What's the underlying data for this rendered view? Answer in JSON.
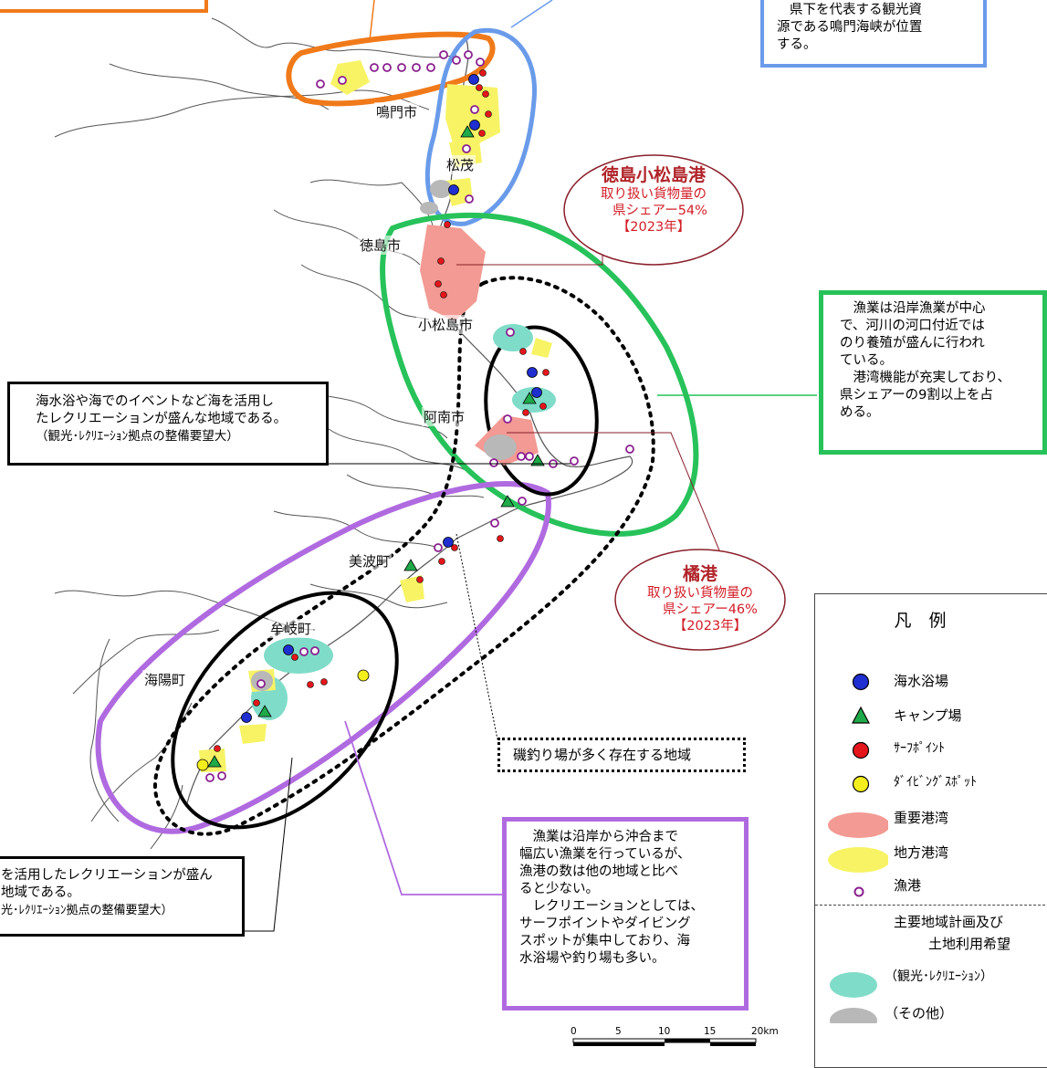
{
  "towns": {
    "naruto": "鳴門市",
    "matsushige": "松茂",
    "tokushima": "徳島市",
    "komatsushima": "小松島市",
    "anan": "阿南市",
    "minami": "美波町",
    "mugi": "牟岐町",
    "kaiyo": "海陽町"
  },
  "callouts": {
    "top_right_lines": [
      "県下を代表する観光資",
      "源である鳴門海峡が位置",
      "する。"
    ],
    "fishing_north": [
      "漁業は沿岸漁業が中心",
      "で、河川の河口付近では",
      "のり養殖が盛んに行われ",
      "ている。",
      "港湾機能が充実しており、",
      "県シェアーの9割以上を占",
      "める。"
    ],
    "recreation_mid": [
      "海水浴や海でのイベントなど海を活用し",
      "たレクリエーションが盛んな地域である。",
      "（観光･ﾚｸﾘｴｰｼｮﾝ拠点の整備要望大）"
    ],
    "recreation_south": [
      "を活用したレクリエーションが盛ん",
      "地域である。",
      "光･ﾚｸﾘｴｰｼｮﾝ拠点の整備要望大）"
    ],
    "fishing_south": [
      "漁業は沿岸から沖合まで",
      "幅広い漁業を行っているが、",
      "漁港の数は他の地域と比べ",
      "ると少ない。",
      "レクリエーションとしては、",
      "サーフポイントやダイビング",
      "スポットが集中しており、海",
      "水浴場や釣り場も多い。"
    ],
    "iso_fishing": "磯釣り場が多く存在する地域"
  },
  "ports": {
    "komatsushima": {
      "name": "徳島小松島港",
      "line1": "取り扱い貨物量の",
      "line2": "県シェアー54%",
      "year": "【2023年】"
    },
    "tachibana": {
      "name": "橘港",
      "line1": "取り扱い貨物量の",
      "line2": "県シェアー46%",
      "year": "【2023年】"
    }
  },
  "legend": {
    "title": "凡　例",
    "items": [
      {
        "label": "海水浴場",
        "icon": "beach-icon",
        "color": "#1f2fd0"
      },
      {
        "label": "キャンプ場",
        "icon": "camp-icon",
        "color": "#1faa4a"
      },
      {
        "label": "ｻｰﾌﾎﾟｲﾝﾄ",
        "icon": "surf-icon",
        "color": "#e5161b"
      },
      {
        "label": "ﾀﾞｲﾋﾞﾝｸﾞｽﾎﾟｯﾄ",
        "icon": "diving-icon",
        "color": "#f4ee1c"
      },
      {
        "label": "重要港湾",
        "icon": "major-port-icon",
        "color": "#f29a93"
      },
      {
        "label": "地方港湾",
        "icon": "local-port-icon",
        "color": "#f7f365"
      },
      {
        "label": "漁港",
        "icon": "fishing-port-icon",
        "color": "#8a1f8f"
      }
    ],
    "plan_heading_1": "主要地域計画及び",
    "plan_heading_2": "土地利用希望",
    "plan_items": [
      {
        "label": "（観光･ﾚｸﾘｴｰｼｮﾝ）",
        "icon": "tourism-zone-icon",
        "color": "#7fdcc8"
      },
      {
        "label": "（その他）",
        "icon": "other-zone-icon",
        "color": "#b8b8b8"
      }
    ]
  },
  "scale": {
    "ticks": [
      "0",
      "5",
      "10",
      "15",
      "20km"
    ]
  },
  "colors": {
    "orange": "#f07a1a",
    "blue": "#6a9bea",
    "green": "#27c25a",
    "purple": "#b06ae0",
    "port_text": "#d21d26",
    "port_title": "#b0242a"
  }
}
